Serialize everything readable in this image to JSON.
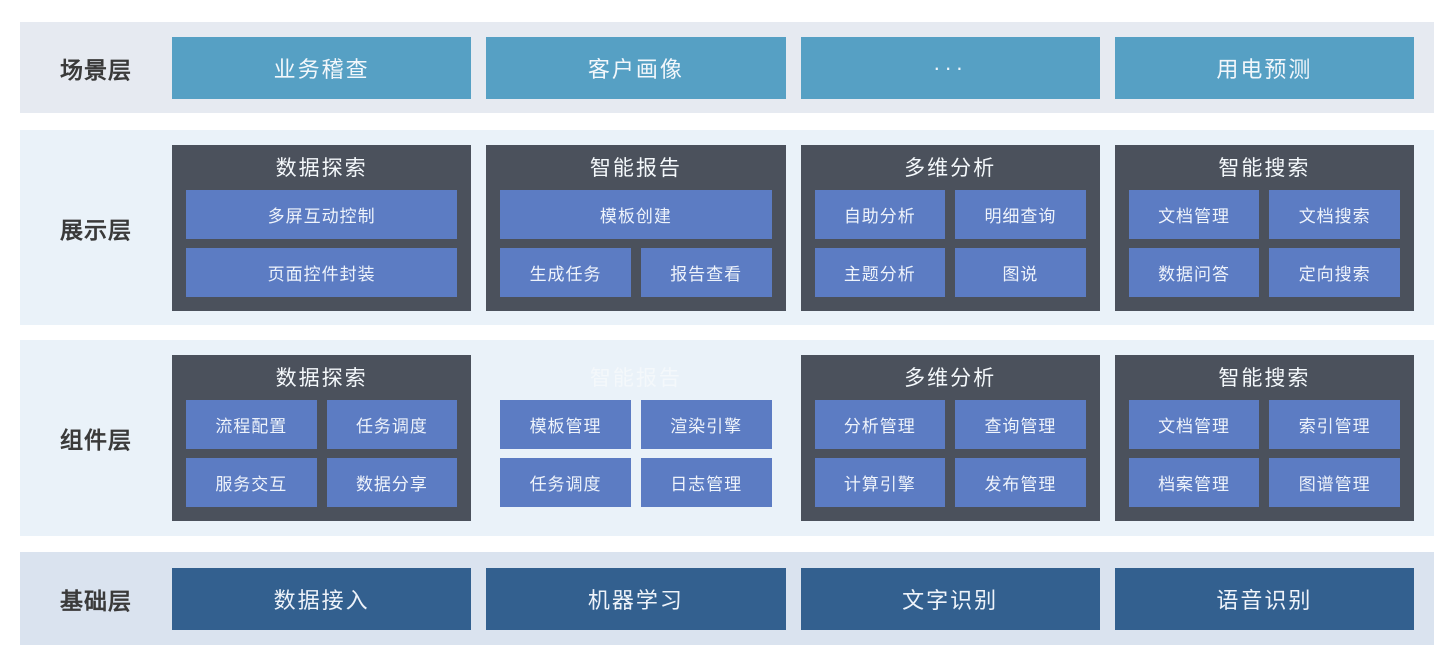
{
  "layers": [
    {
      "id": "scene",
      "label": "场景层",
      "cards": [
        {
          "label": "业务稽查"
        },
        {
          "label": "客户画像"
        },
        {
          "label": "···"
        },
        {
          "label": "用电预测"
        }
      ]
    },
    {
      "id": "presentation",
      "label": "展示层",
      "groups": [
        {
          "title": "数据探索",
          "rows": [
            [
              "多屏互动控制"
            ],
            [
              "页面控件封装"
            ]
          ]
        },
        {
          "title": "智能报告",
          "rows": [
            [
              "模板创建"
            ],
            [
              "生成任务",
              "报告查看"
            ]
          ]
        },
        {
          "title": "多维分析",
          "rows": [
            [
              "自助分析",
              "明细查询"
            ],
            [
              "主题分析",
              "图说"
            ]
          ]
        },
        {
          "title": "智能搜索",
          "rows": [
            [
              "文档管理",
              "文档搜索"
            ],
            [
              "数据问答",
              "定向搜索"
            ]
          ]
        }
      ]
    },
    {
      "id": "component",
      "label": "组件层",
      "groups": [
        {
          "title": "数据探索",
          "rows": [
            [
              "流程配置",
              "任务调度"
            ],
            [
              "服务交互",
              "数据分享"
            ]
          ]
        },
        {
          "title": "智能报告",
          "ghost": true,
          "rows": [
            [
              "模板管理",
              "渲染引擎"
            ],
            [
              "任务调度",
              "日志管理"
            ]
          ]
        },
        {
          "title": "多维分析",
          "rows": [
            [
              "分析管理",
              "查询管理"
            ],
            [
              "计算引擎",
              "发布管理"
            ]
          ]
        },
        {
          "title": "智能搜索",
          "rows": [
            [
              "文档管理",
              "索引管理"
            ],
            [
              "档案管理",
              "图谱管理"
            ]
          ]
        }
      ]
    },
    {
      "id": "foundation",
      "label": "基础层",
      "cards": [
        {
          "label": "数据接入"
        },
        {
          "label": "机器学习"
        },
        {
          "label": "文字识别"
        },
        {
          "label": "语音识别"
        }
      ]
    }
  ],
  "colors": {
    "scene_band": "#e6eaf1",
    "middle_band": "#eaf2f9",
    "base_band": "#dae3ef",
    "scene_card": "#56a0c4",
    "group_card": "#4b515c",
    "item_chip": "#5c7cc3",
    "base_card": "#33608f",
    "label_text": "#3a3a3a"
  }
}
